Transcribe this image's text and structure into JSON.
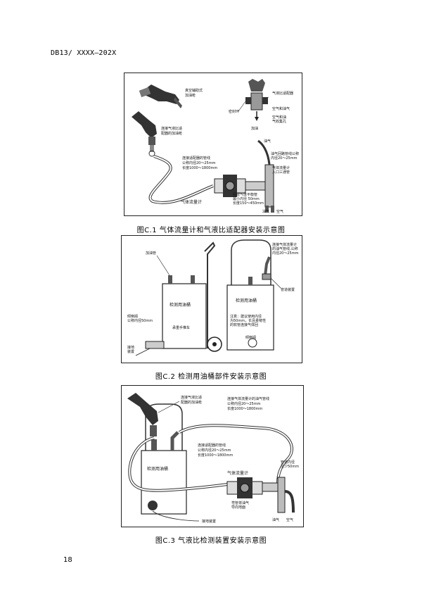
{
  "header": {
    "doc_id": "DB13/ XXXX—202X"
  },
  "page_number": "18",
  "figures": [
    {
      "caption": "图C.1   气体流量计和气液比适配器安装示意图",
      "labels": {
        "vac_nozzle": [
          "真空辅助式",
          "加油枪"
        ],
        "adapter_nozzle": [
          "连接气液比适",
          "配器的加油枪"
        ],
        "ratio_adapter": "气液比适配器",
        "seal_ring": "密封环",
        "air_and_vapor": "空气和油气",
        "collect_hole": [
          "空气和油",
          "气收集孔"
        ],
        "fueling": "加油",
        "vapor_top": "油气",
        "hose": [
          "连接适配器的管线",
          "公称内径20～25mm",
          "长度1000～1800mm"
        ],
        "return_pipe": [
          "油气回路管线公称",
          "内径20～25mm"
        ],
        "meter_inlet": [
          "气体流量计",
          "入口三通管"
        ],
        "balance_pipe": [
          "回收气体平衡管",
          "最小内径 50mm",
          "长度150～450mm"
        ],
        "flow_meter": "气体流量计",
        "vapor_bottom": "油气",
        "air_bottom": "空气"
      }
    },
    {
      "caption": "图C.2   检测用油桶部件安装示意图",
      "labels": {
        "fill_pipe": "加油管",
        "connect_pipe": [
          "连接气体流量计",
          "的油气管线,公称",
          "内径20～25mm"
        ],
        "drum": "检测用油桶",
        "cart": "承重手推车",
        "piping": "管道装置",
        "note": [
          "注意：建议使用内径",
          "为50mm，长且柔韧性",
          "的软管连接气体回"
        ],
        "drain_left": [
          "倾倒阀",
          "公称内径50mm"
        ],
        "drain_right": "倾倒阀",
        "ground": [
          "接地",
          "装置"
        ]
      }
    },
    {
      "caption": "图C.3   气液比检测装置安装示意图",
      "labels": {
        "adapter_nozzle": [
          "连接气液比适",
          "配器的加油枪"
        ],
        "meter_line": [
          "连接气体流量计的油气管线",
          "公称内径20～25mm",
          "长度1000～1800mm"
        ],
        "adapter_line": [
          "连接适配器的管线",
          "公称内径20～25mm",
          "长度1000～1800mm"
        ],
        "drum": "检测用油桶",
        "flow_meter": "气体流量计",
        "pipe_dia": [
          "管道内径",
          "至少50mm"
        ],
        "elbow": [
          "弯管将油气",
          "导向地面"
        ],
        "ground": "接地装置",
        "vapor": "油气",
        "air": "空气"
      }
    }
  ]
}
